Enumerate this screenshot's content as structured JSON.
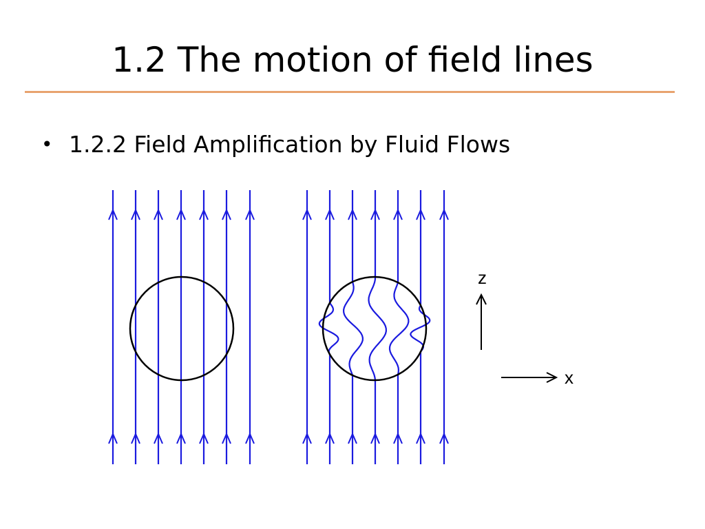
{
  "slide": {
    "title": "1.2 The motion of field lines",
    "bullet": "1.2.2 Field Amplification by Fluid Flows"
  },
  "diagram": {
    "axis_labels": {
      "z": "z",
      "x": "x"
    },
    "colors": {
      "field_line": "#1a1adf",
      "circle": "#000000",
      "rule": "#e8a36f"
    },
    "panels": [
      "uniform-field",
      "distorted-field"
    ]
  }
}
